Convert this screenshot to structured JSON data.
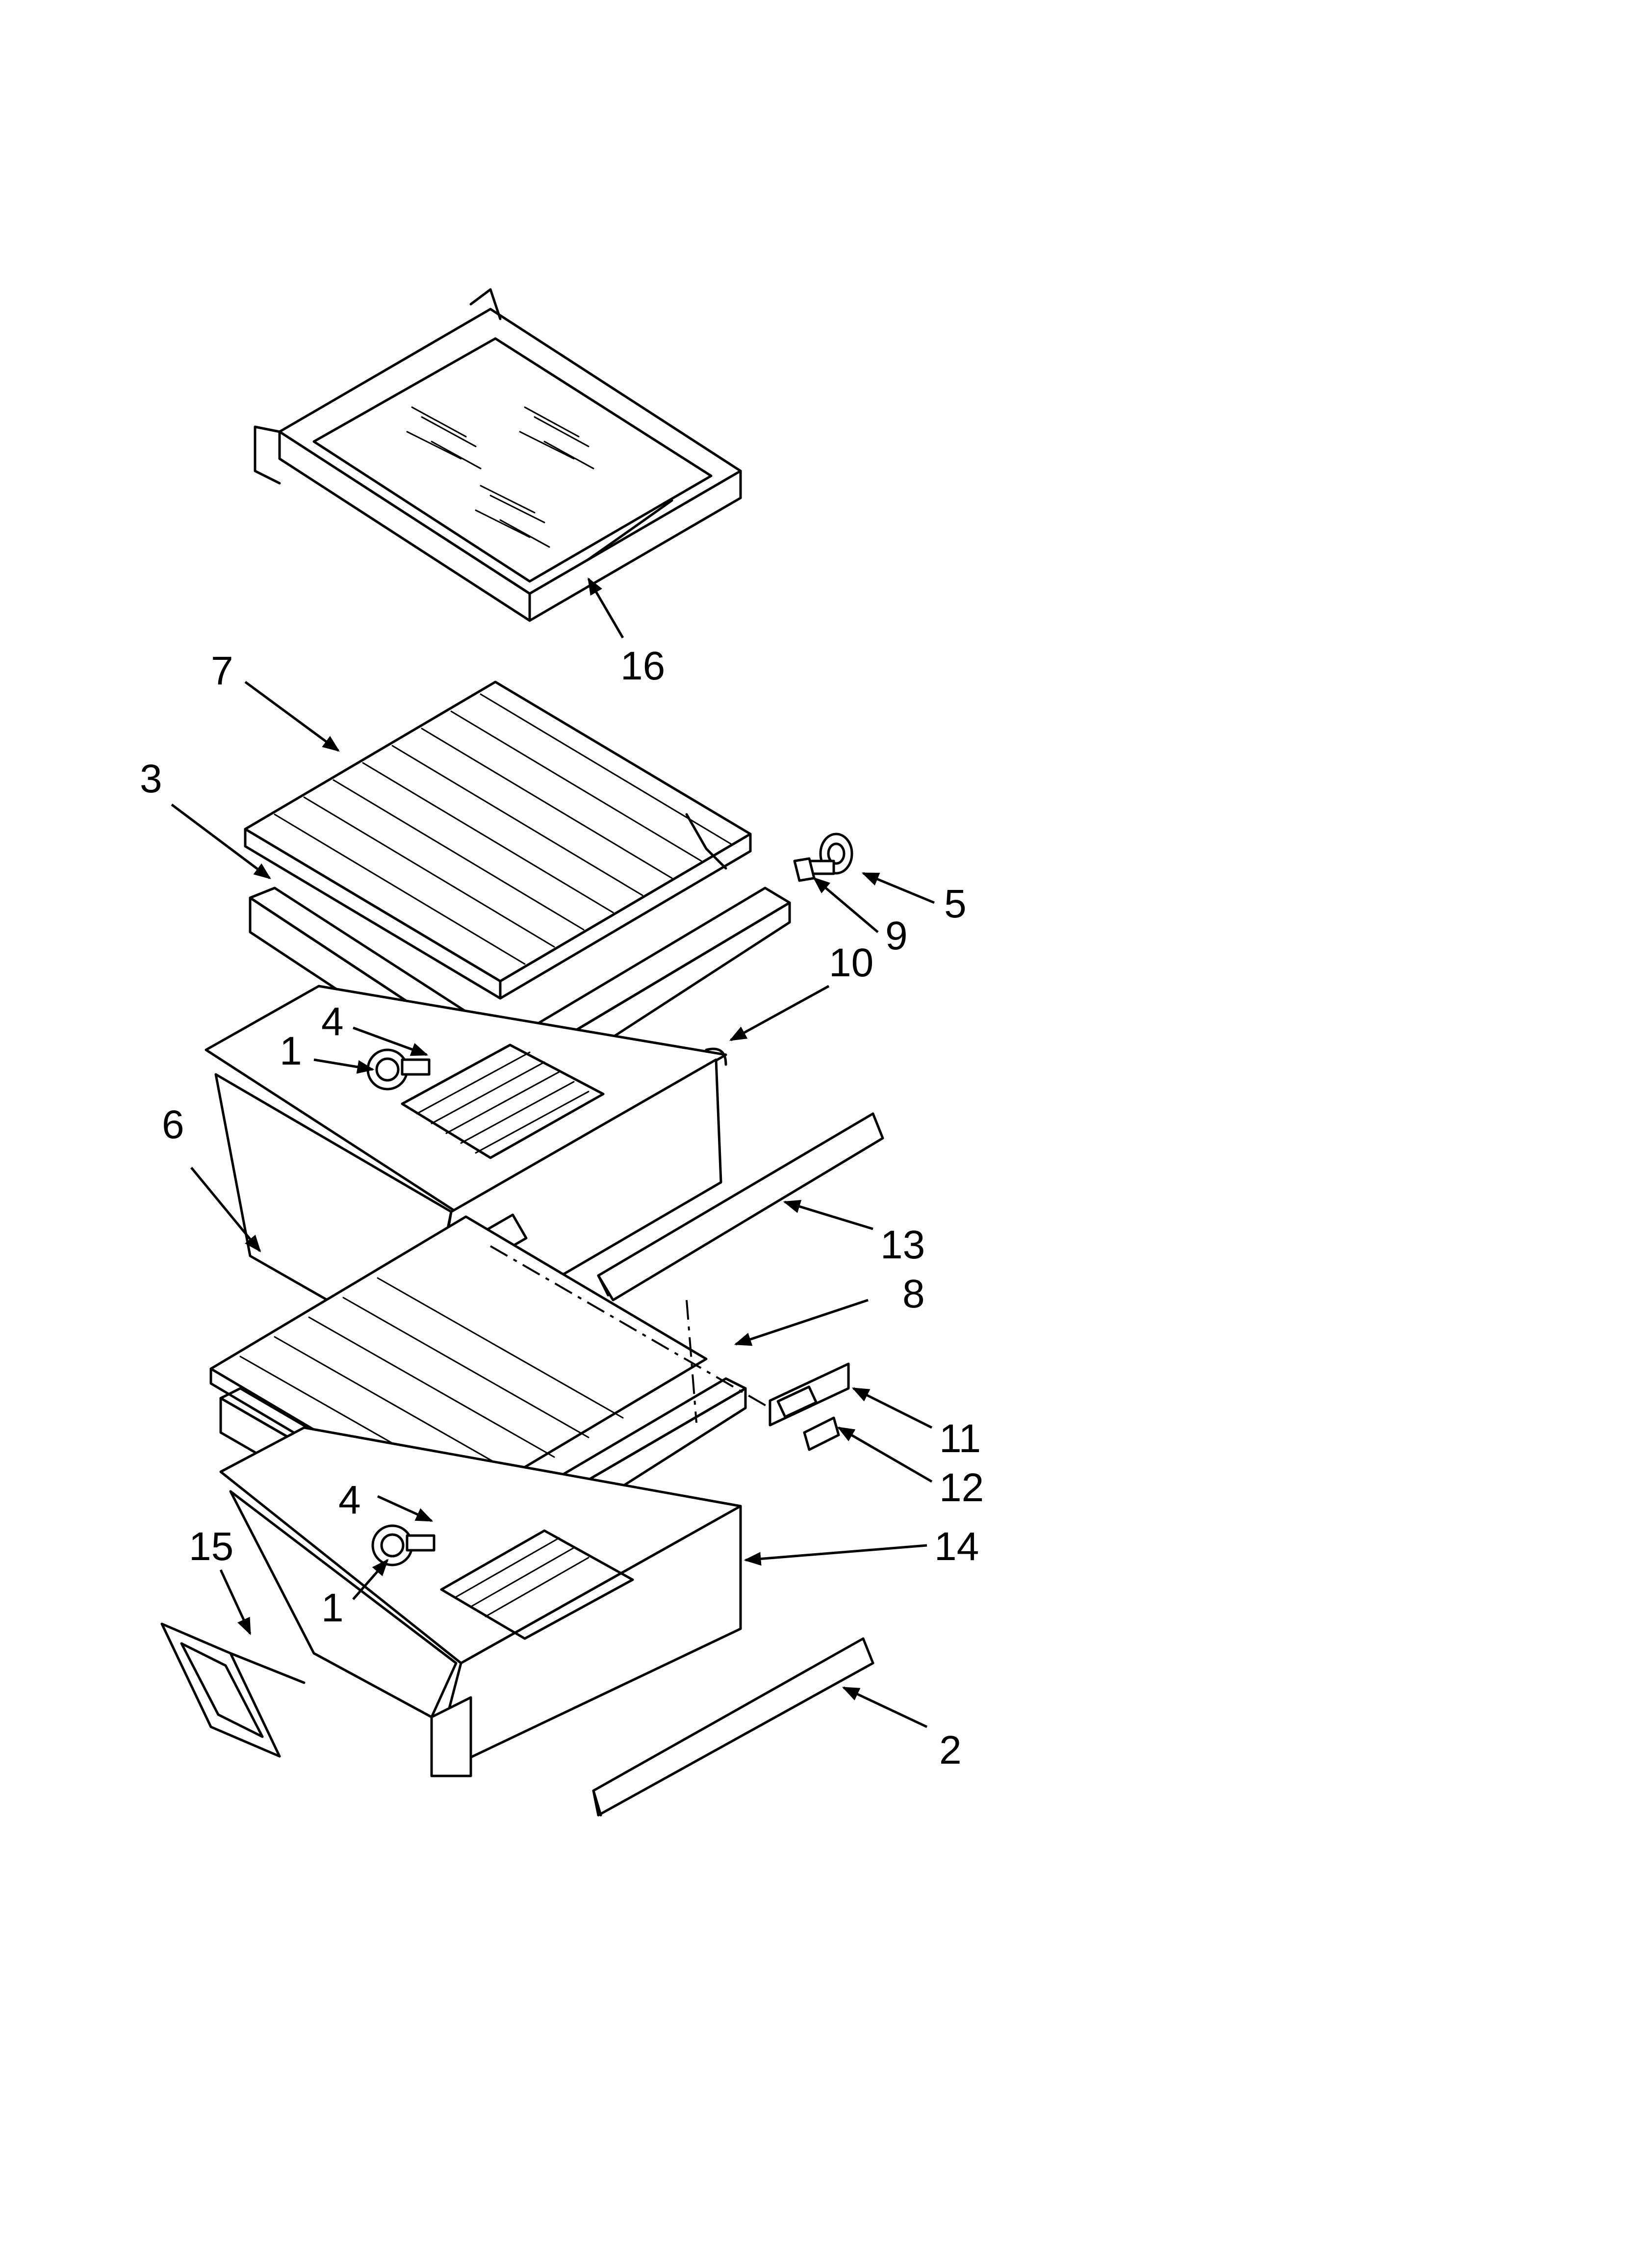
{
  "callouts": [
    {
      "id": "c16",
      "label": "16"
    },
    {
      "id": "c7",
      "label": "7"
    },
    {
      "id": "c3",
      "label": "3"
    },
    {
      "id": "c5",
      "label": "5"
    },
    {
      "id": "c9",
      "label": "9"
    },
    {
      "id": "c10",
      "label": "10"
    },
    {
      "id": "c4a",
      "label": "4"
    },
    {
      "id": "c1a",
      "label": "1"
    },
    {
      "id": "c6",
      "label": "6"
    },
    {
      "id": "c13",
      "label": "13"
    },
    {
      "id": "c8",
      "label": "8"
    },
    {
      "id": "c11",
      "label": "11"
    },
    {
      "id": "c12",
      "label": "12"
    },
    {
      "id": "c4b",
      "label": "4"
    },
    {
      "id": "c15",
      "label": "15"
    },
    {
      "id": "c14",
      "label": "14"
    },
    {
      "id": "c1b",
      "label": "1"
    },
    {
      "id": "c2",
      "label": "2"
    }
  ]
}
